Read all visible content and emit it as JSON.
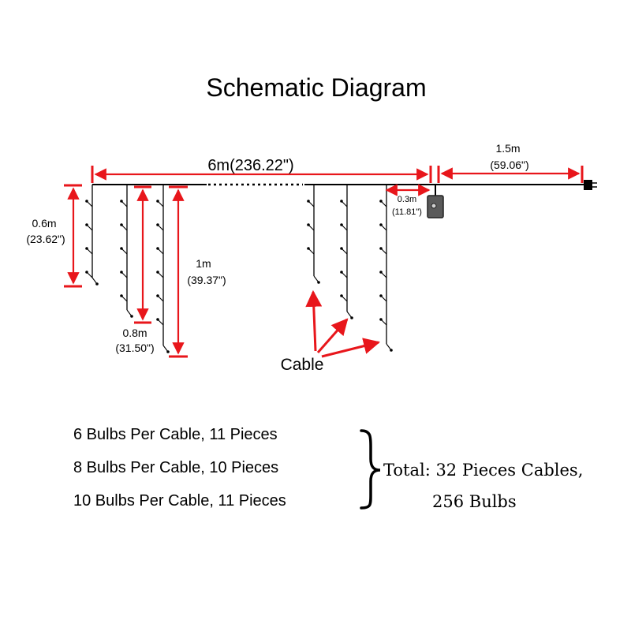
{
  "title": "Schematic Diagram",
  "dimensions": {
    "total_length": "6m(236.22\")",
    "lead_m": "1.5m",
    "lead_in": "(59.06\")",
    "spacing_m": "0.3m",
    "spacing_in": "(11.81\")",
    "short_m": "0.6m",
    "short_in": "(23.62\")",
    "mid_m": "0.8m",
    "mid_in": "(31.50\")",
    "long_m": "1m",
    "long_in": "(39.37\")"
  },
  "cable_label": "Cable",
  "specs": [
    "6 Bulbs Per Cable, 11 Pieces",
    "8 Bulbs Per Cable, 10 Pieces",
    "10 Bulbs Per Cable, 11 Pieces"
  ],
  "total_line1": "Total: 32 Pieces Cables,",
  "total_line2": "256 Bulbs",
  "colors": {
    "dimension": "#e8161b",
    "wire": "#000000",
    "controller": "#5a5a5a"
  }
}
